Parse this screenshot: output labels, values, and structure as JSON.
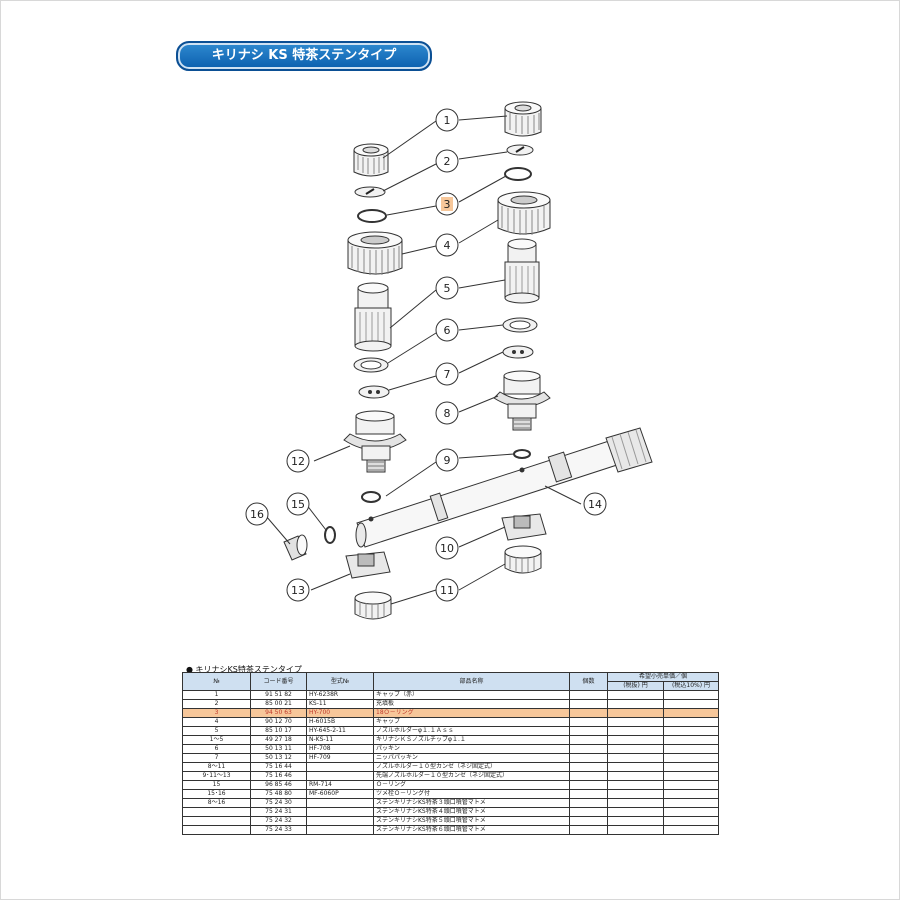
{
  "title": "キリナシ KS 特茶ステンタイプ",
  "callouts": [
    "1",
    "2",
    "3",
    "4",
    "5",
    "6",
    "7",
    "8",
    "9",
    "10",
    "11",
    "12",
    "13",
    "14",
    "15",
    "16"
  ],
  "highlight_callout": "3",
  "colors": {
    "title_blue": "#0b5fae",
    "highlight": "#f7c79a",
    "header_bg": "#cfe0f1"
  },
  "table": {
    "title": "● キリナシKS特茶ステンタイプ",
    "headers": {
      "no": "№",
      "code": "コード番号",
      "model": "型式№",
      "name": "部品名称",
      "qty": "個数",
      "price_group": "希望小売単価／個",
      "price_ex": "(税抜) 円",
      "price_in": "(税込10%) 円"
    },
    "rows": [
      {
        "no": "1",
        "code": "91 51 82",
        "model": "HY-6238R",
        "name": "キャップ（赤）"
      },
      {
        "no": "2",
        "code": "85 00 21",
        "model": "KS-11",
        "name": "充填板"
      },
      {
        "no": "3",
        "code": "94 50 63",
        "model": "HY-700",
        "name": "18Ｏ－リング"
      },
      {
        "no": "4",
        "code": "90 12 70",
        "model": "H-6015B",
        "name": "キャップ"
      },
      {
        "no": "5",
        "code": "85 10 17",
        "model": "HY-645-2-11",
        "name": "ノズルホルダーφ１.１Ａｓｓ"
      },
      {
        "no": "1～5",
        "code": "49 27 18",
        "model": "N-KS-11",
        "name": "キリナシＫＳノズルチップφ１.１"
      },
      {
        "no": "6",
        "code": "50 13 11",
        "model": "HF-708",
        "name": "パッキン"
      },
      {
        "no": "7",
        "code": "50 13 12",
        "model": "HF-709",
        "name": "ニッパパッキン"
      },
      {
        "no": "8～11",
        "code": "75 16 44",
        "model": "",
        "name": "ノズルホルダー１０型カンゼ（ネジ固定式）"
      },
      {
        "no": "9･11～13",
        "code": "75 16 46",
        "model": "",
        "name": "先端ノズルホルダー１０型カンゼ（ネジ固定式）"
      },
      {
        "no": "15",
        "code": "96 85 46",
        "model": "RM-714",
        "name": "Ｏ－リング"
      },
      {
        "no": "15･16",
        "code": "75 48 80",
        "model": "MF-6060P",
        "name": "ツメ栓Ｏ－リング付"
      },
      {
        "no": "8～16",
        "code": "75 24 30",
        "model": "",
        "name": "ステンキリナシKS特茶３頭口噴管マトメ"
      },
      {
        "no": "",
        "code": "75 24 31",
        "model": "",
        "name": "ステンキリナシKS特茶４頭口噴管マトメ"
      },
      {
        "no": "",
        "code": "75 24 32",
        "model": "",
        "name": "ステンキリナシKS特茶５頭口噴管マトメ"
      },
      {
        "no": "",
        "code": "75 24 33",
        "model": "",
        "name": "ステンキリナシKS特茶６頭口噴管マトメ"
      }
    ],
    "highlight_row": 2
  }
}
